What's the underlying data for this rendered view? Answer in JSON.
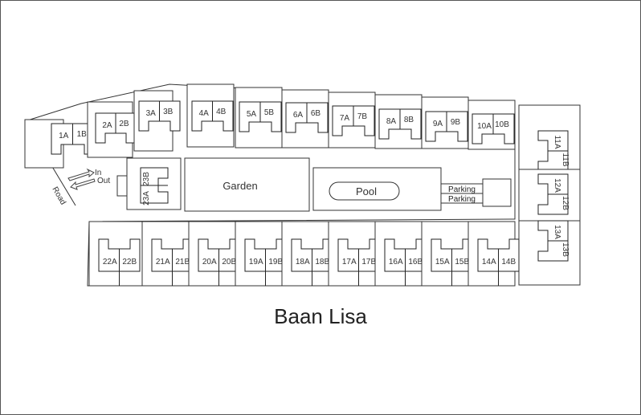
{
  "title": "Baan Lisa",
  "road_label": "Road",
  "entry": {
    "in_label": "In",
    "out_label": "Out"
  },
  "facilities": {
    "garden": "Garden",
    "pool": "Pool",
    "parking_1": "Parking",
    "parking_2": "Parking"
  },
  "top_units": [
    {
      "a": "1A",
      "b": "1B"
    },
    {
      "a": "2A",
      "b": "2B"
    },
    {
      "a": "3A",
      "b": "3B"
    },
    {
      "a": "4A",
      "b": "4B"
    },
    {
      "a": "5A",
      "b": "5B"
    },
    {
      "a": "6A",
      "b": "6B"
    },
    {
      "a": "7A",
      "b": "7B"
    },
    {
      "a": "8A",
      "b": "8B"
    },
    {
      "a": "9A",
      "b": "9B"
    },
    {
      "a": "10A",
      "b": "10B"
    }
  ],
  "right_units": [
    {
      "a": "11A",
      "b": "11B"
    },
    {
      "a": "12A",
      "b": "12B"
    },
    {
      "a": "13A",
      "b": "13B"
    }
  ],
  "bottom_units": [
    {
      "a": "22A",
      "b": "22B"
    },
    {
      "a": "21A",
      "b": "21B"
    },
    {
      "a": "20A",
      "b": "20B"
    },
    {
      "a": "19A",
      "b": "19B"
    },
    {
      "a": "18A",
      "b": "18B"
    },
    {
      "a": "17A",
      "b": "17B"
    },
    {
      "a": "16A",
      "b": "16B"
    },
    {
      "a": "15A",
      "b": "15B"
    },
    {
      "a": "14A",
      "b": "14B"
    }
  ],
  "side_unit": {
    "a": "23A",
    "b": "23B"
  }
}
